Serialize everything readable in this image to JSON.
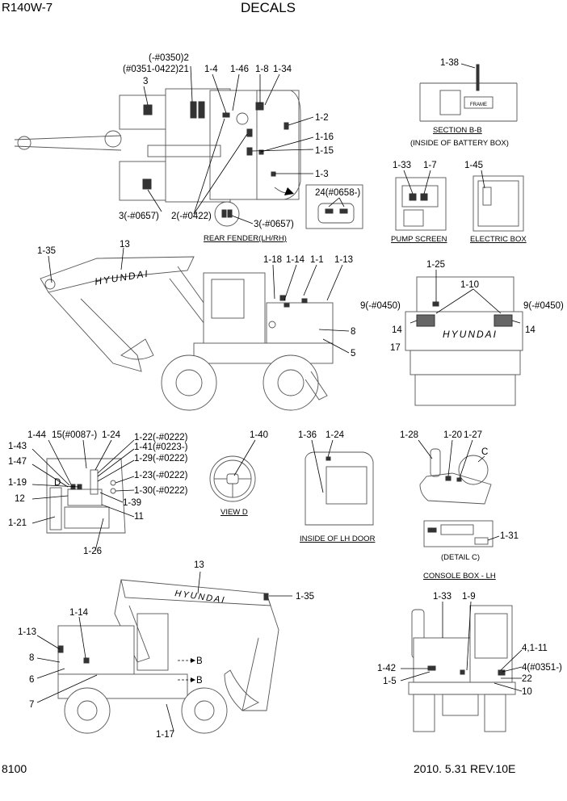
{
  "header": {
    "model": "R140W-7",
    "title": "DECALS"
  },
  "footer": {
    "page": "8100",
    "revision": "2010. 5.31  REV.10E"
  },
  "top_view": {
    "labels": [
      "(-#0350)2",
      "(#0351-0422)21",
      "3",
      "1-4",
      "1-46",
      "1-8",
      "1-34",
      "1-2",
      "1-16",
      "1-15",
      "1-3",
      "3(-#0657)",
      "2(-#0422)",
      "3(-#0657)",
      "24(#0658-)"
    ],
    "caption": "REAR FENDER(LH/RH)"
  },
  "section_bb": {
    "labels": [
      "1-38"
    ],
    "inner_text": "FRAME",
    "caption_1": "SECTION B-B",
    "caption_2": "(INSIDE OF BATTERY BOX)"
  },
  "pump_screen": {
    "labels": [
      "1-33",
      "1-7"
    ],
    "caption": "PUMP SCREEN"
  },
  "electric_box": {
    "labels": [
      "1-45"
    ],
    "caption": "ELECTRIC BOX"
  },
  "side_view": {
    "labels": [
      "1-35",
      "13",
      "1-18",
      "1-14",
      "1-1",
      "1-13",
      "8",
      "5"
    ],
    "brand": "HYUNDAI"
  },
  "rear_view": {
    "labels": [
      "1-25",
      "1-10",
      "9(-#0450)",
      "9(-#0450)",
      "14",
      "14",
      "17"
    ],
    "brand": "HYUNDAI"
  },
  "cab_view": {
    "labels": [
      "1-44",
      "15(#0087-)",
      "1-24",
      "1-43",
      "1-47",
      "D",
      "1-19",
      "12",
      "1-21",
      "1-26",
      "1-22(-#0222)",
      "1-41(#0223-)",
      "1-29(-#0222)",
      "1-23(-#0222)",
      "1-30(-#0222)",
      "1-39",
      "11"
    ]
  },
  "view_d": {
    "labels": [
      "1-40"
    ],
    "caption": "VIEW D"
  },
  "lh_door": {
    "labels": [
      "1-36",
      "1-24"
    ],
    "caption": "INSIDE OF LH DOOR"
  },
  "console": {
    "labels": [
      "1-28",
      "1-20",
      "1-27",
      "C",
      "1-31"
    ],
    "detail_caption": "(DETAIL C)",
    "caption": "CONSOLE BOX - LH"
  },
  "side_view_2": {
    "labels": [
      "13",
      "1-35",
      "1-14",
      "1-13",
      "8",
      "6",
      "7",
      "B",
      "B",
      "1-17"
    ],
    "brand": "HYUNDAI"
  },
  "front_view": {
    "labels": [
      "1-33",
      "1-9",
      "4,1-11",
      "4(#0351-)",
      "22",
      "10",
      "1-42",
      "1-5"
    ]
  }
}
